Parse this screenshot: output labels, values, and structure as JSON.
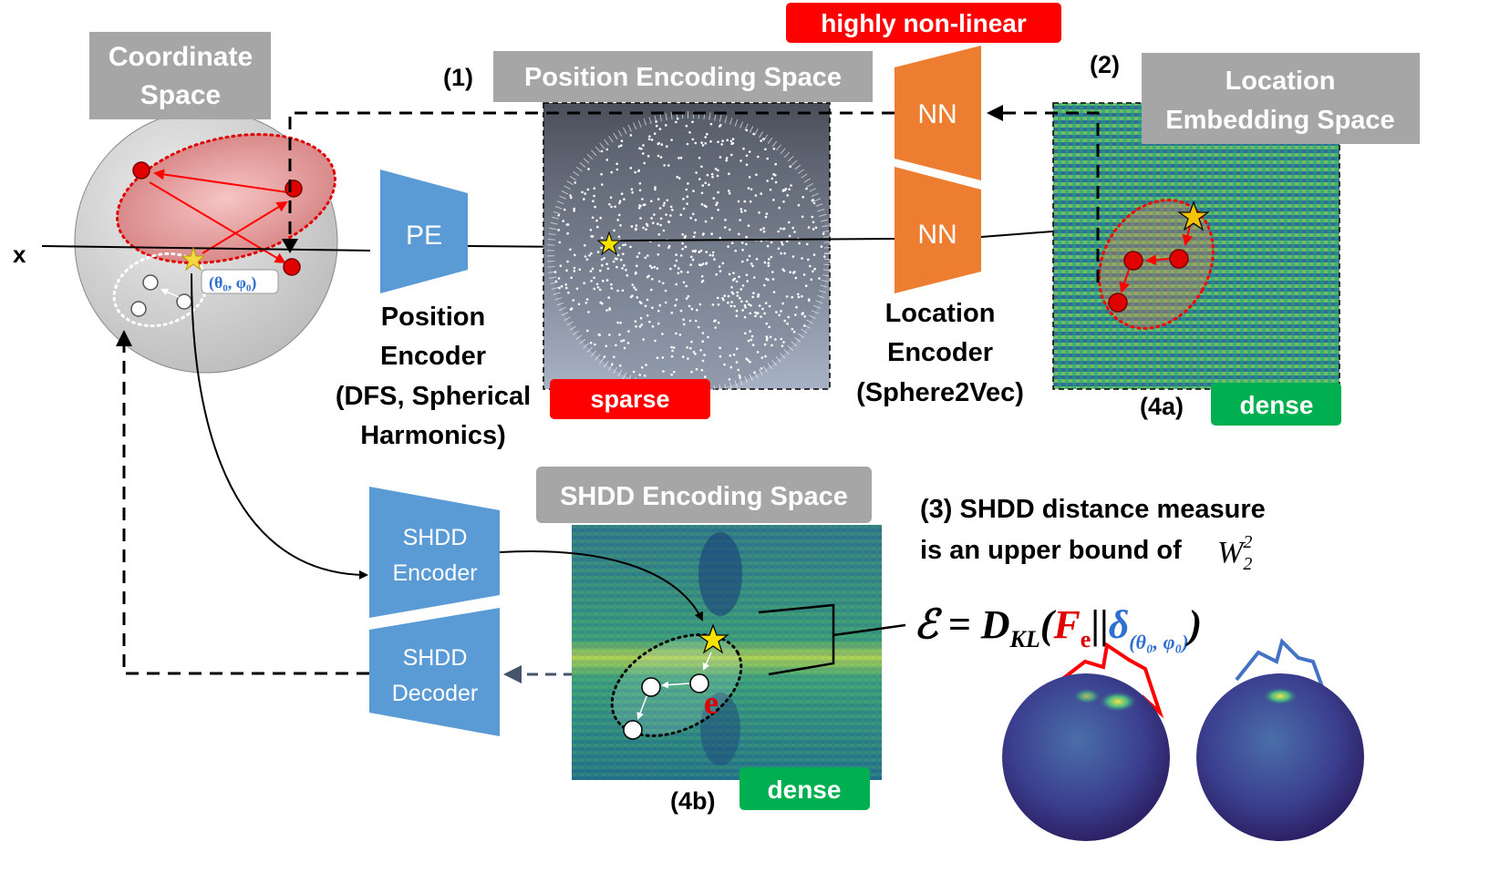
{
  "input_label": "x",
  "coordinate_space": {
    "title_line1": "Coordinate",
    "title_line2": "Space",
    "point_label": "(θ₀, φ₀)"
  },
  "position_encoder": {
    "block": "PE",
    "line1": "Position",
    "line2": "Encoder",
    "line3": "(DFS, Spherical",
    "line4": "Harmonics)"
  },
  "pe_space": {
    "step": "(1)",
    "title": "Position Encoding Space",
    "badge": "sparse"
  },
  "nonlinear_badge": "highly non-linear",
  "nn_top": "NN",
  "nn_bottom": "NN",
  "location_encoder": {
    "line1": "Location",
    "line2": "Encoder",
    "line3": "(Sphere2Vec)"
  },
  "location_space": {
    "step": "(2)",
    "title_line1": "Location",
    "title_line2": "Embedding Space",
    "step_label": "(4a)",
    "badge": "dense"
  },
  "shdd_encoder": {
    "line1": "SHDD",
    "line2": "Encoder"
  },
  "shdd_decoder": {
    "line1": "SHDD",
    "line2": "Decoder"
  },
  "shdd_space": {
    "title": "SHDD Encoding Space",
    "step_label": "(4b)",
    "badge": "dense",
    "point_label": "e"
  },
  "distance_note": {
    "line1": "(3) SHDD distance measure",
    "line2": "is an upper bound of"
  },
  "colors": {
    "gray_box": "#a6a6a6",
    "blue_block": "#5b9bd5",
    "orange_block": "#ed7d31",
    "red_badge": "#ff0000",
    "green_badge": "#00b050"
  }
}
